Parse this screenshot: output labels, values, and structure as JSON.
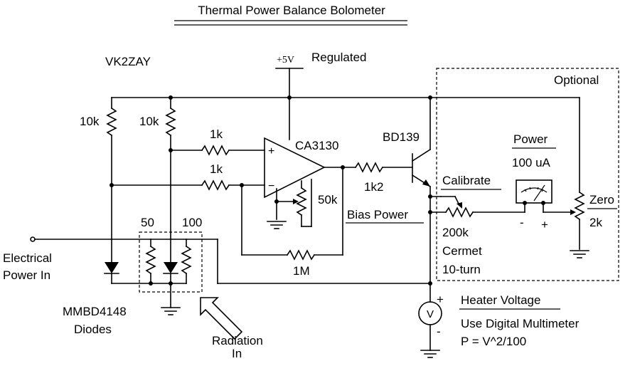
{
  "title": "Thermal Power Balance Bolometer",
  "author": "VK2ZAY",
  "supply": {
    "voltage": "+5V",
    "note": "Regulated"
  },
  "optional_label": "Optional",
  "components": {
    "r_10k_a": "10k",
    "r_10k_b": "10k",
    "r_1k_plus": "1k",
    "r_1k_minus": "1k",
    "opamp": "CA3130",
    "opamp_plus": "+",
    "opamp_minus": "−",
    "pot_50k": "50k",
    "r_1k2": "1k2",
    "transistor": "BD139",
    "r_1m": "1M",
    "calibrate": "Calibrate",
    "pot_200k": "200k",
    "cermet": "Cermet",
    "turns": "10-turn",
    "power": "Power",
    "meter_range": "100 uA",
    "meter_minus": "-",
    "meter_plus": "+",
    "zero": "Zero",
    "pot_2k": "2k",
    "bias_power": "Bias Power",
    "r_50": "50",
    "r_100": "100",
    "voltmeter": "V",
    "vm_plus": "+",
    "vm_minus": "-"
  },
  "labels": {
    "electrical_line1": "Electrical",
    "electrical_line2": "Power In",
    "diodes_line1": "MMBD4148",
    "diodes_line2": "Diodes",
    "radiation_line1": "Radiation",
    "radiation_line2": "In",
    "heater_voltage": "Heater Voltage",
    "multimeter": "Use Digital Multimeter",
    "formula": "P = V^2/100"
  }
}
